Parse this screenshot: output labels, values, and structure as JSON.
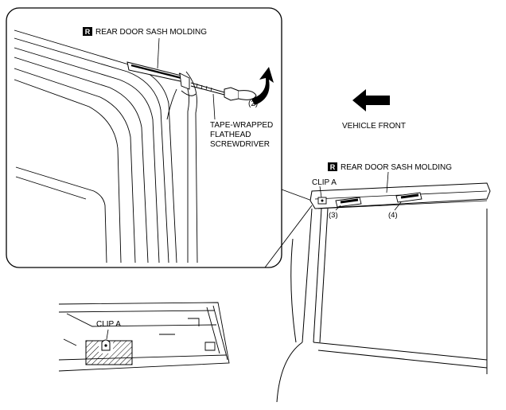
{
  "labels": {
    "part_marker": "R",
    "molding_top": "REAR DOOR SASH MOLDING",
    "molding_right": "REAR DOOR SASH MOLDING",
    "step_2": "(2)",
    "tool_line1": "TAPE-WRAPPED",
    "tool_line2": "FLATHEAD",
    "tool_line3": "SCREWDRIVER",
    "vehicle_front": "VEHICLE FRONT",
    "clip_right": "CLIP A",
    "step_3": "(3)",
    "step_4": "(4)",
    "clip_inset": "CLIP A"
  },
  "icons": {
    "direction_arrow": "arrow-left-icon",
    "removal_arrow": "curved-arrow-icon"
  }
}
